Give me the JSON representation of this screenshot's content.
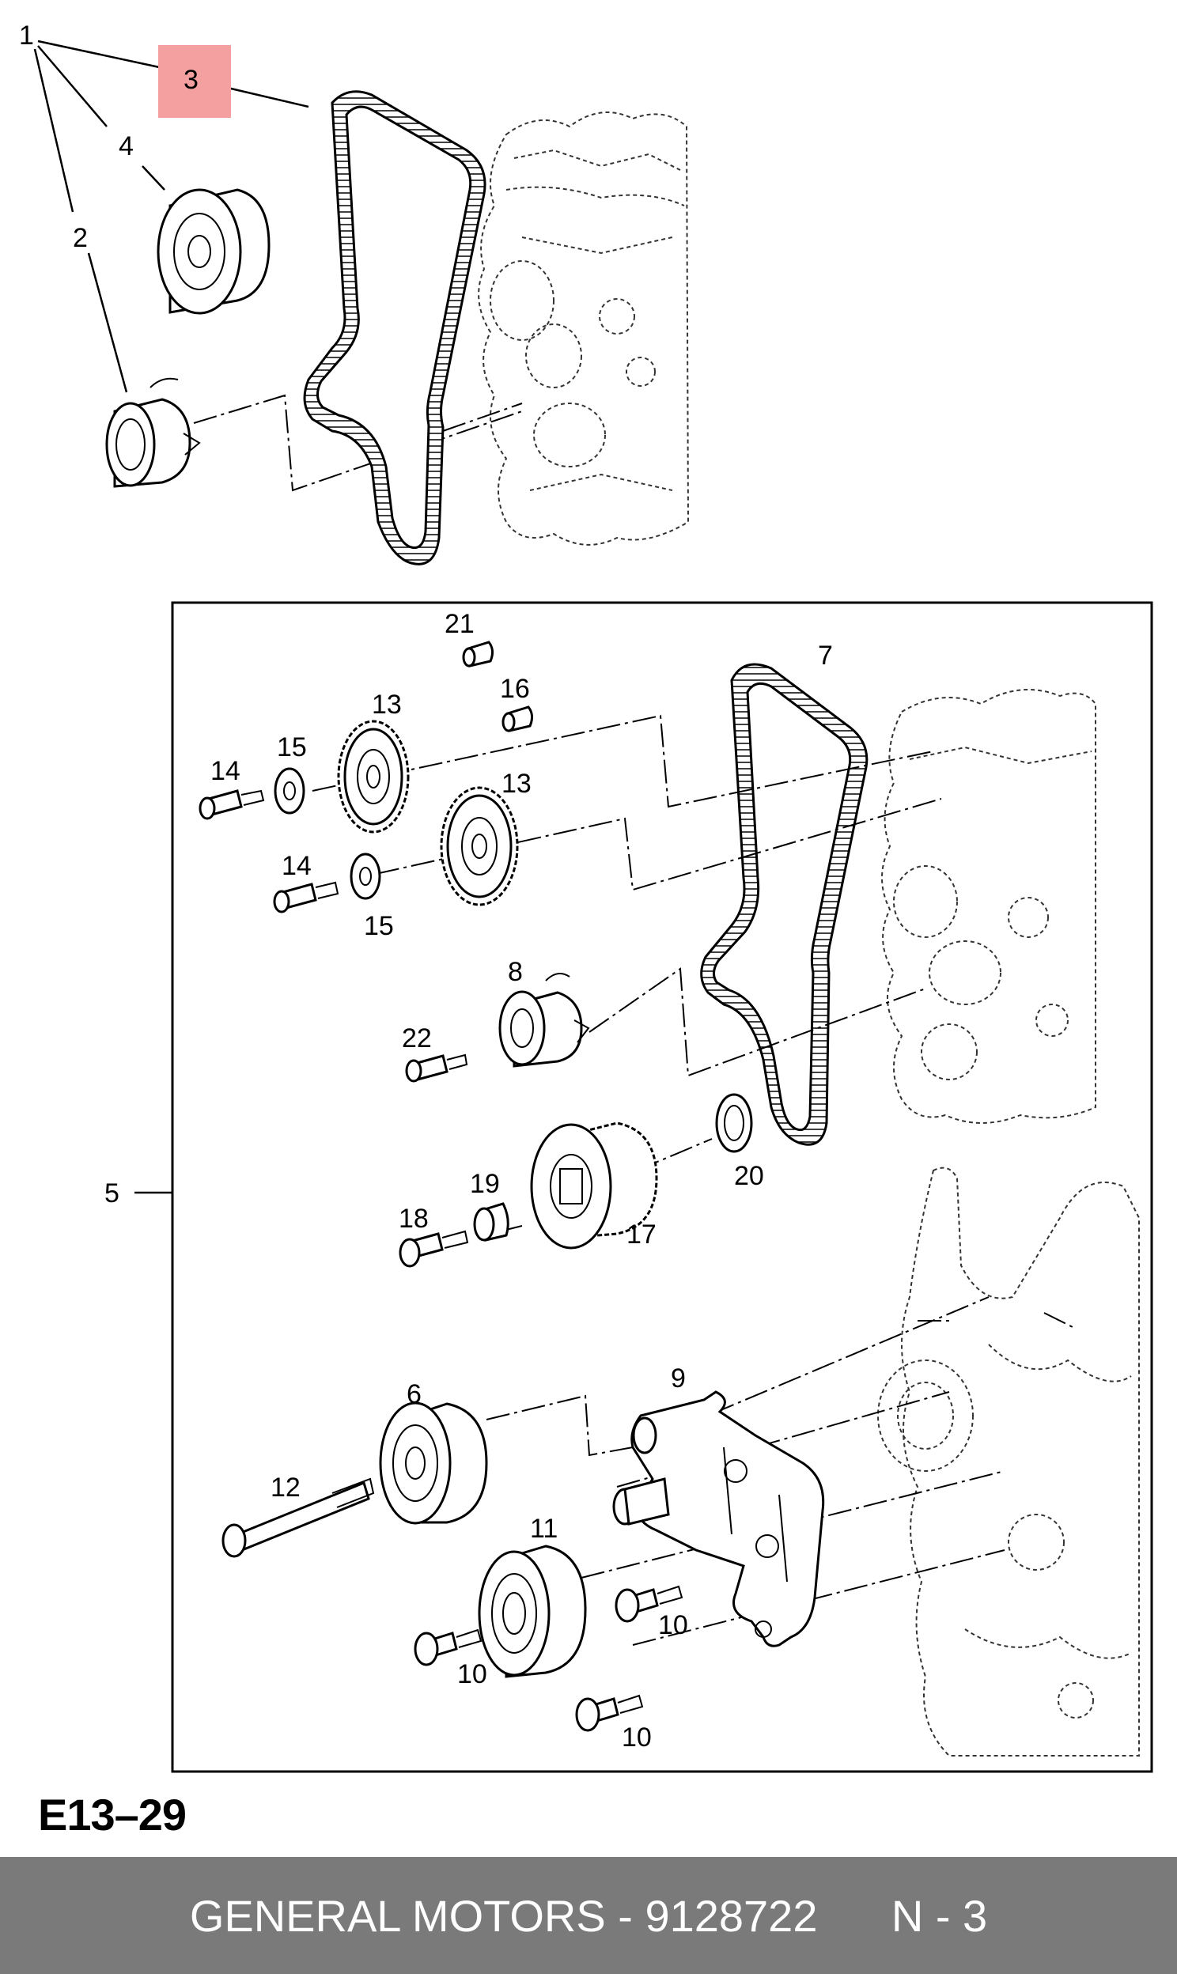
{
  "diagram": {
    "code": "E13–29",
    "highlight_color": "#f4a0a0",
    "footer_color": "#7a7a7a",
    "top_labels": {
      "l1": "1",
      "l2": "2",
      "l3": "3",
      "l4": "4"
    },
    "box_labels": {
      "l5": "5",
      "l6": "6",
      "l7": "7",
      "l8": "8",
      "l9": "9",
      "l10a": "10",
      "l10b": "10",
      "l10c": "10",
      "l11": "11",
      "l12": "12",
      "l13a": "13",
      "l13b": "13",
      "l14a": "14",
      "l14b": "14",
      "l15a": "15",
      "l15b": "15",
      "l16": "16",
      "l17": "17",
      "l18": "18",
      "l19": "19",
      "l20": "20",
      "l21": "21",
      "l22": "22"
    }
  },
  "footer": {
    "text": "GENERAL MOTORS - 9128722      N - 3"
  }
}
